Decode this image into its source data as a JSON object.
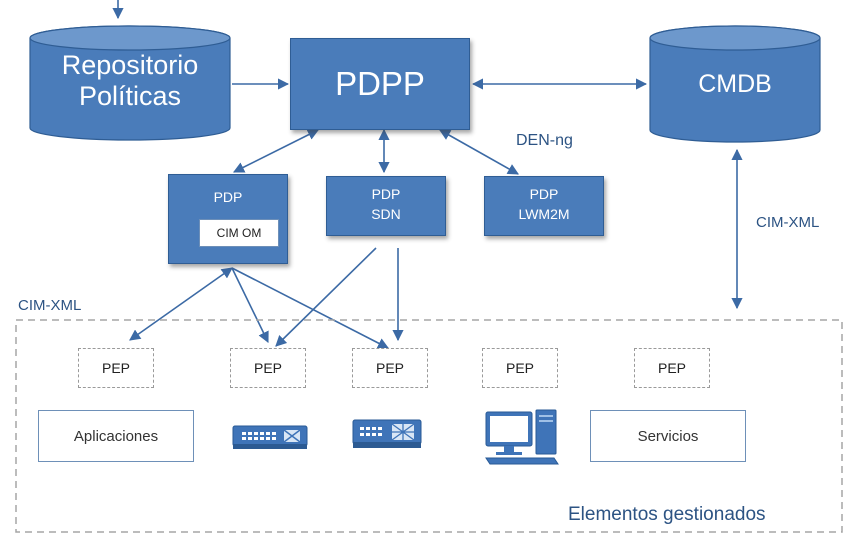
{
  "diagram": {
    "repositorio": {
      "line1": "Repositorio",
      "line2": "Políticas"
    },
    "pdpp": "PDPP",
    "cmdb": "CMDB",
    "den_ng": "DEN-ng",
    "pdp1": {
      "title": "PDP",
      "inner": "CIM OM"
    },
    "pdp2": {
      "line1": "PDP",
      "line2": "SDN"
    },
    "pdp3": {
      "line1": "PDP",
      "line2": "LWM2M"
    },
    "cim_xml_right": "CIM-XML",
    "cim_xml_left": "CIM-XML",
    "pep": [
      "PEP",
      "PEP",
      "PEP",
      "PEP",
      "PEP"
    ],
    "aplicaciones": "Aplicaciones",
    "servicios": "Servicios",
    "elementos": "Elementos gestionados"
  },
  "icons": [
    "switch-icon",
    "router-icon",
    "computer-icon"
  ],
  "colors": {
    "box_fill": "#4a7cba",
    "arrow": "#3c6aa5",
    "label": "#2c5383"
  }
}
